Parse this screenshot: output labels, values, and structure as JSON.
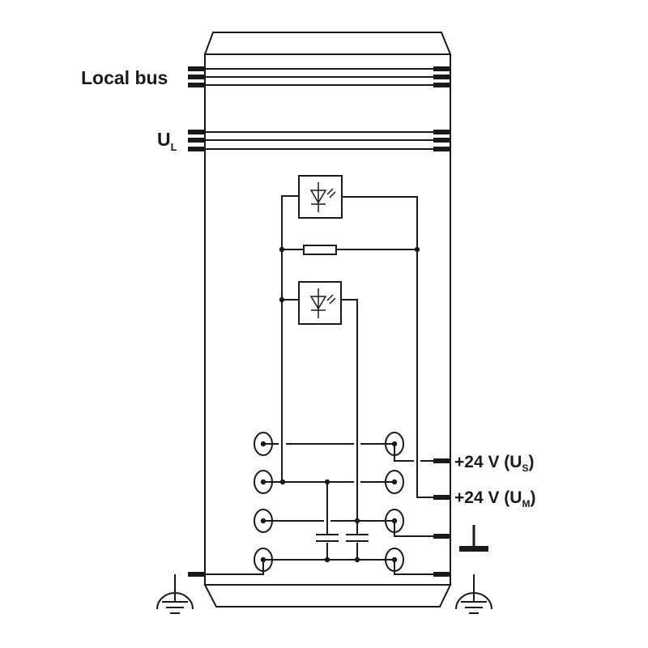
{
  "labels": {
    "local_bus": "Local bus",
    "ul": {
      "main": "U",
      "sub": "L"
    },
    "us": {
      "main": "+24 V (U",
      "sub": "S",
      "close": ")"
    },
    "um": {
      "main": "+24 V (U",
      "sub": "M",
      "close": ")"
    }
  },
  "symbols": [
    "optocoupler-icon",
    "fuse-icon",
    "capacitor-icon",
    "ground-icon",
    "protective-earth-icon"
  ],
  "colors": {
    "line": "#1a1a1a",
    "background": "#ffffff"
  }
}
